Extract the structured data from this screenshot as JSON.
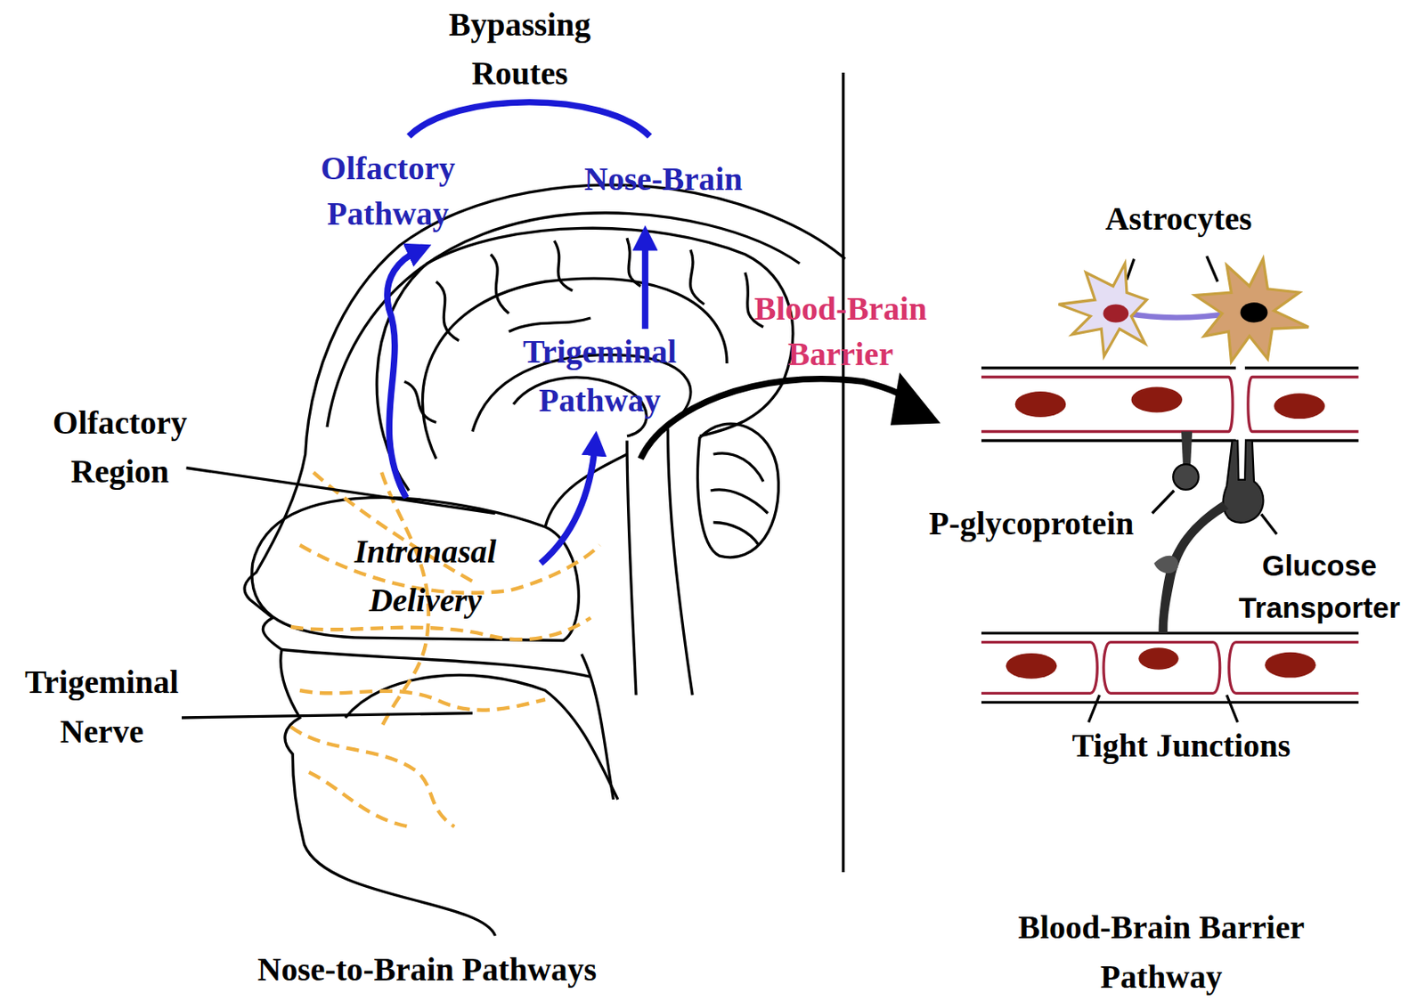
{
  "diagram": {
    "labels": [
      "Bypassing Routes",
      "Olfactory Pathway",
      "Nose-Brain",
      "Trigeminal Pathway",
      "Blood-Brain Barrier",
      "Olfactory Region",
      "Intranasal Delivery",
      "Trigeminal Nerve",
      "Nose-to-Brain Pathways",
      "Astrocytes",
      "P-glycoprotein",
      "Glucose Transporter",
      "Tight Junctions",
      "Blood-Brain Barrier Pathway"
    ]
  }
}
